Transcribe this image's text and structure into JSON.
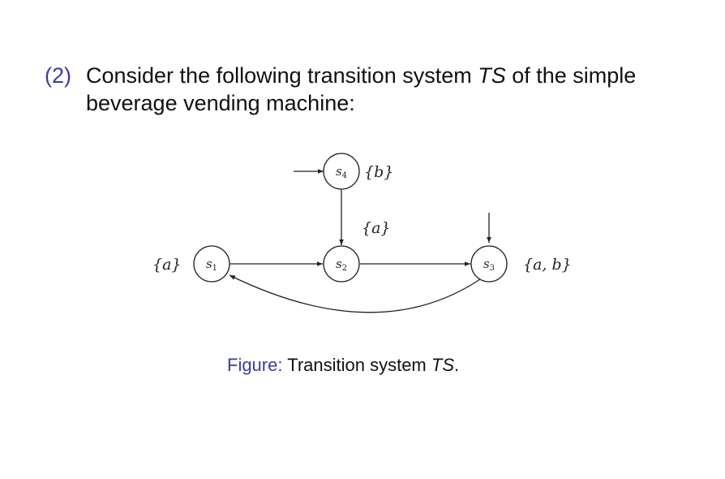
{
  "problem": {
    "number": "(2)",
    "text_before": "Consider the following transition system ",
    "system_name": "TS",
    "text_after": " of the simple beverage vending machine:"
  },
  "diagram": {
    "states": [
      {
        "id": "s1",
        "name": "s",
        "sub": "1",
        "label": "{a}"
      },
      {
        "id": "s2",
        "name": "s",
        "sub": "2",
        "label": ""
      },
      {
        "id": "s3",
        "name": "s",
        "sub": "3",
        "label": "{a, b}"
      },
      {
        "id": "s4",
        "name": "s",
        "sub": "4",
        "label": "{b}"
      }
    ],
    "s4_to_s2_label": "{a}",
    "initial_states": [
      "s3",
      "s4"
    ],
    "transitions": [
      {
        "from": "s4",
        "to": "s2"
      },
      {
        "from": "s1",
        "to": "s2"
      },
      {
        "from": "s2",
        "to": "s3"
      },
      {
        "from": "s3",
        "to": "s1"
      }
    ]
  },
  "caption": {
    "prefix": "Figure:",
    "text_before": " Transition system ",
    "system_name": "TS",
    "text_after": "."
  }
}
